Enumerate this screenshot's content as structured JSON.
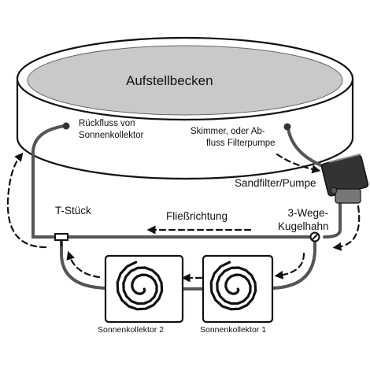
{
  "labels": {
    "pool": "Aufstellbecken",
    "return_line1": "Rückfluss von",
    "return_line2": "Sonnenkollektor",
    "skimmer_line1": "Skimmer, oder Ab-",
    "skimmer_line2": "fluss Filterpumpe",
    "sandfilter": "Sandfilter/Pumpe",
    "tee": "T-Stück",
    "flow": "Fließrichtung",
    "valve_line1": "3-Wege-",
    "valve_line2": "Kugelhahn",
    "collector2": "Sonnenkollektor 2",
    "collector1": "Sonnenkollektor 1"
  },
  "icons": [
    "pool",
    "sandfilter-pump-icon",
    "three-way-valve-icon",
    "t-piece-icon",
    "solar-collector-spiral-icon"
  ],
  "colors": {
    "pool_water": "#c9c9c9",
    "pool_wall": "#ffffff",
    "pipe": "#555555",
    "outline": "#111111",
    "pump_body": "#333333"
  }
}
